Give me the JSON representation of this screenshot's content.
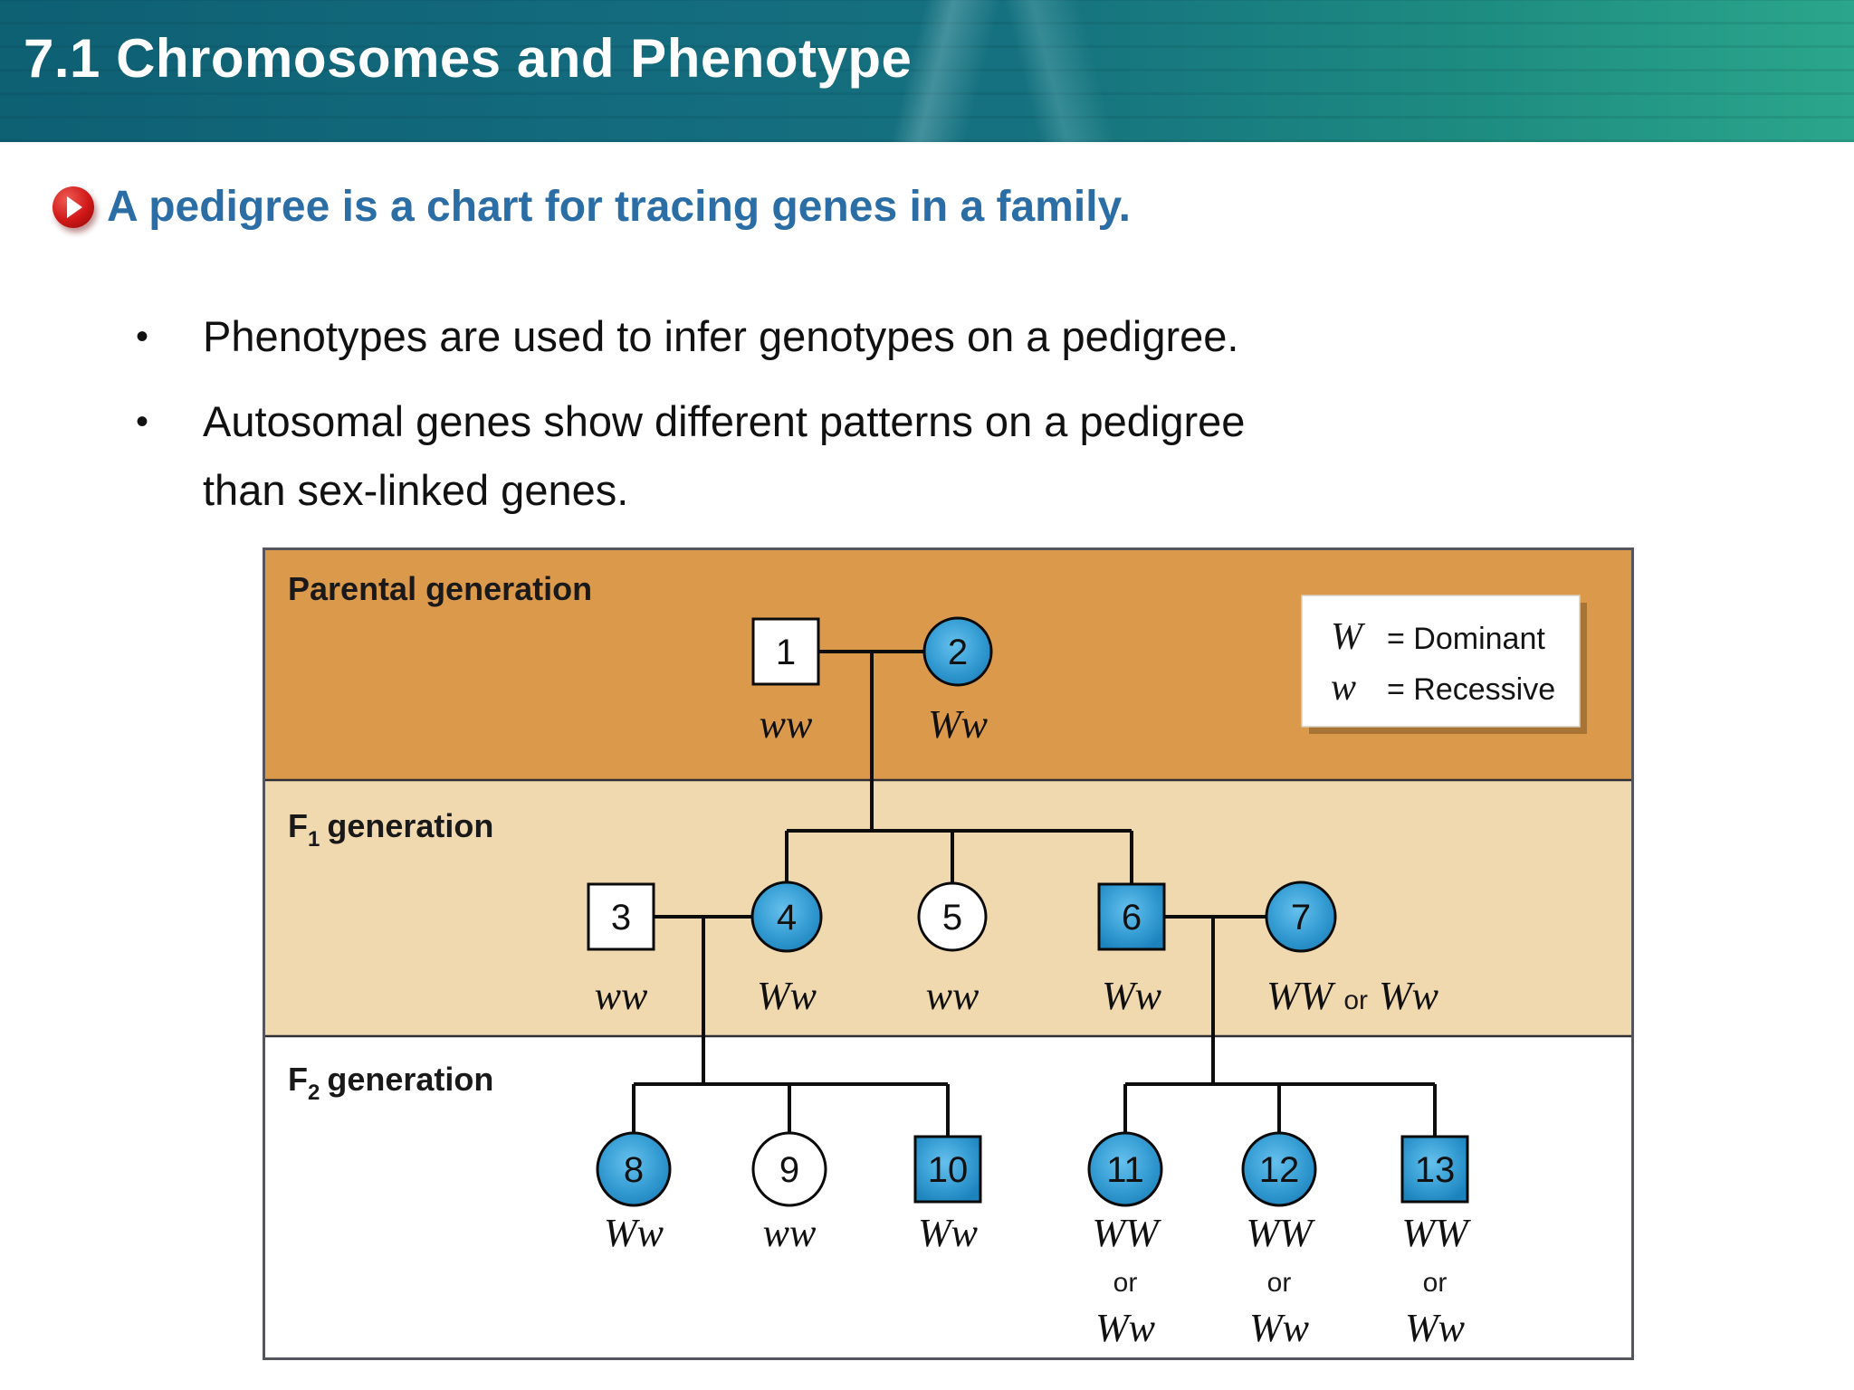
{
  "header": {
    "title": "7.1 Chromosomes and Phenotype"
  },
  "heading": {
    "text": "A pedigree is a chart for tracing genes in a family."
  },
  "bullets": [
    {
      "lines": [
        "Phenotypes are used to infer genotypes on a pedigree."
      ]
    },
    {
      "lines": [
        "Autosomal genes show different patterns on a pedigree",
        "than sex-linked genes."
      ]
    }
  ],
  "figure": {
    "sections": {
      "parental": {
        "pre": "Parental generation"
      },
      "f1": {
        "pre": "F",
        "sub": "1",
        "post": "generation"
      },
      "f2": {
        "pre": "F",
        "sub": "2",
        "post": "generation"
      }
    },
    "legend": {
      "items": [
        {
          "symbol": "W",
          "text": "= Dominant"
        },
        {
          "symbol": "w",
          "text": "= Recessive"
        }
      ]
    },
    "members": [
      {
        "num": "1",
        "sex": "male",
        "filled": false,
        "g1": "ww",
        "or": "",
        "g2": ""
      },
      {
        "num": "2",
        "sex": "female",
        "filled": true,
        "g1": "Ww",
        "or": "",
        "g2": ""
      },
      {
        "num": "3",
        "sex": "male",
        "filled": false,
        "g1": "ww",
        "or": "",
        "g2": ""
      },
      {
        "num": "4",
        "sex": "female",
        "filled": true,
        "g1": "Ww",
        "or": "",
        "g2": ""
      },
      {
        "num": "5",
        "sex": "female",
        "filled": false,
        "g1": "ww",
        "or": "",
        "g2": ""
      },
      {
        "num": "6",
        "sex": "male",
        "filled": true,
        "g1": "Ww",
        "or": "",
        "g2": ""
      },
      {
        "num": "7",
        "sex": "female",
        "filled": true,
        "g1": "WW",
        "or": "or",
        "g2": "Ww"
      },
      {
        "num": "8",
        "sex": "female",
        "filled": true,
        "g1": "Ww",
        "or": "",
        "g2": ""
      },
      {
        "num": "9",
        "sex": "female",
        "filled": false,
        "g1": "ww",
        "or": "",
        "g2": ""
      },
      {
        "num": "10",
        "sex": "male",
        "filled": true,
        "g1": "Ww",
        "or": "",
        "g2": ""
      },
      {
        "num": "11",
        "sex": "female",
        "filled": true,
        "g1": "WW",
        "or": "or",
        "g2": "Ww"
      },
      {
        "num": "12",
        "sex": "female",
        "filled": true,
        "g1": "WW",
        "or": "or",
        "g2": "Ww"
      },
      {
        "num": "13",
        "sex": "male",
        "filled": true,
        "g1": "WW",
        "or": "or",
        "g2": "Ww"
      }
    ],
    "relationships": {
      "couples": [
        [
          "1",
          "2"
        ],
        [
          "3",
          "4"
        ],
        [
          "6",
          "7"
        ]
      ],
      "children": {
        "1+2": [
          "4",
          "5",
          "6"
        ],
        "3+4": [
          "8",
          "9",
          "10"
        ],
        "6+7": [
          "11",
          "12",
          "13"
        ]
      }
    },
    "colors": {
      "parental_band": "#DB994B",
      "f1_band": "#F1D9AF",
      "f2_band": "#FFFFFF",
      "affected_fill": "#2F98CD",
      "unaffected_fill": "#FFFFFF",
      "heading_blue": "#2B6EA6",
      "header_teal_left": "#0E6073",
      "header_teal_right": "#2BA68C",
      "play_bullet_red": "#CF1717"
    }
  }
}
